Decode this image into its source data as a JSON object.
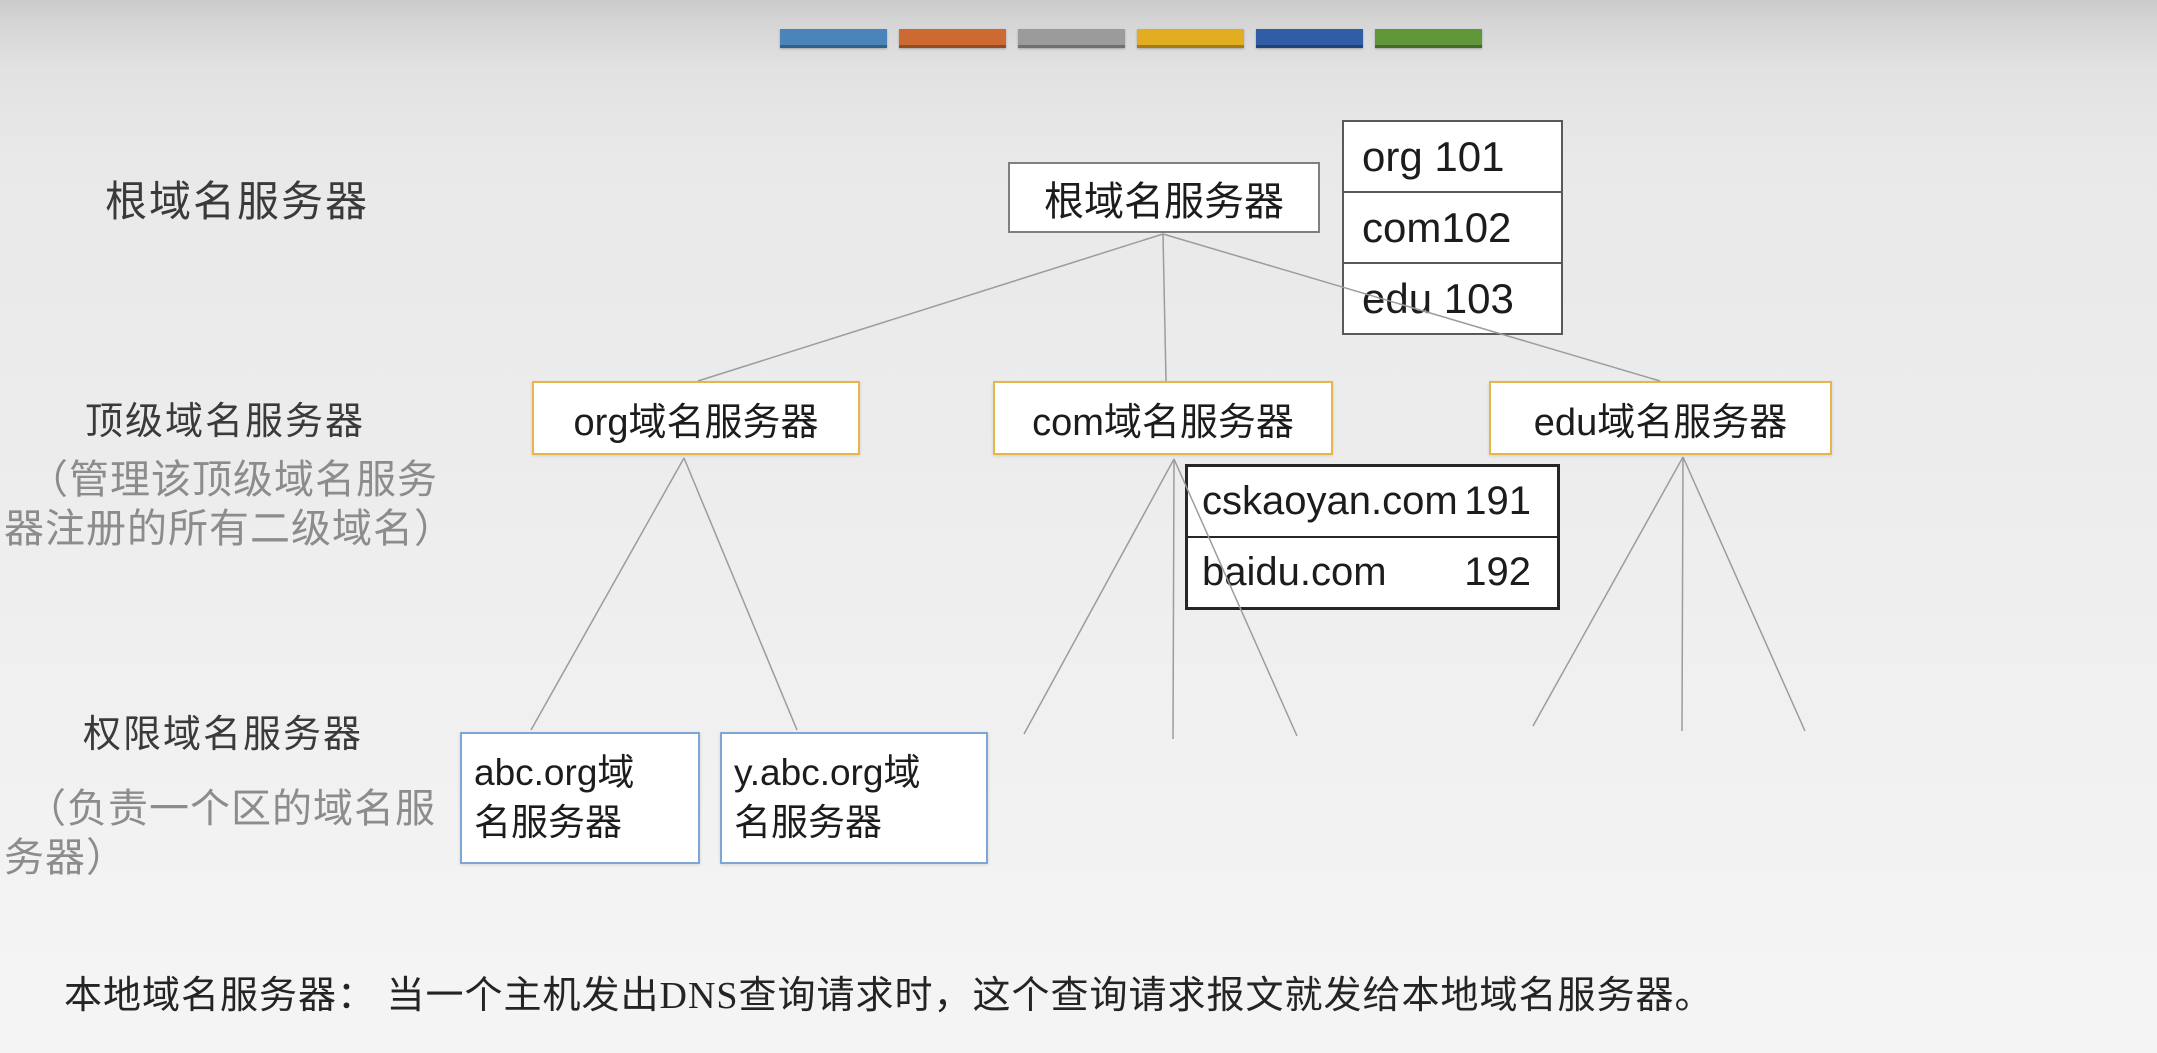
{
  "colors": {
    "background_top": "#cbcbcb",
    "background_main": "#efefef",
    "root_border": "#7f7f7f",
    "tld_border": "#e8b54b",
    "auth_border": "#7ea6d4",
    "table1_border": "#595959",
    "table2_border": "#262626",
    "connector_line": "#9c9c9c",
    "label_title": "#3a3a3a",
    "label_note": "#8c8c8c"
  },
  "decoration_bars": [
    {
      "name": "bar-blue",
      "color": "#4a84b8"
    },
    {
      "name": "bar-orange",
      "color": "#cc6a31"
    },
    {
      "name": "bar-gray",
      "color": "#9b9b9b"
    },
    {
      "name": "bar-gold",
      "color": "#e2ad20"
    },
    {
      "name": "bar-navy",
      "color": "#2f5da6"
    },
    {
      "name": "bar-green",
      "color": "#5f9638"
    }
  ],
  "row_labels": {
    "root": {
      "title": "根域名服务器"
    },
    "tld": {
      "title": "顶级域名服务器",
      "note_line1": "（管理该顶级域名服务",
      "note_line2": "器注册的所有二级域名）"
    },
    "auth": {
      "title": "权限域名服务器",
      "note_line1": "（负责一个区的域名服",
      "note_line2": "务器）"
    }
  },
  "diagram": {
    "root_box": {
      "label": "根域名服务器"
    },
    "root_table": {
      "rows": [
        "org 101",
        "com102",
        "edu 103"
      ]
    },
    "tld_boxes": [
      {
        "label": "org域名服务器"
      },
      {
        "label": "com域名服务器"
      },
      {
        "label": "edu域名服务器"
      }
    ],
    "com_table": {
      "rows": [
        {
          "name": "cskaoyan.com",
          "id": "191"
        },
        {
          "name": "baidu.com",
          "id": "192"
        }
      ]
    },
    "auth_boxes": [
      {
        "line1": "abc.org域",
        "line2": "名服务器"
      },
      {
        "line1": "y.abc.org域",
        "line2": "名服务器"
      }
    ]
  },
  "footer": {
    "text": "本地域名服务器： 当一个主机发出DNS查询请求时，这个查询请求报文就发给本地域名服务器。"
  }
}
